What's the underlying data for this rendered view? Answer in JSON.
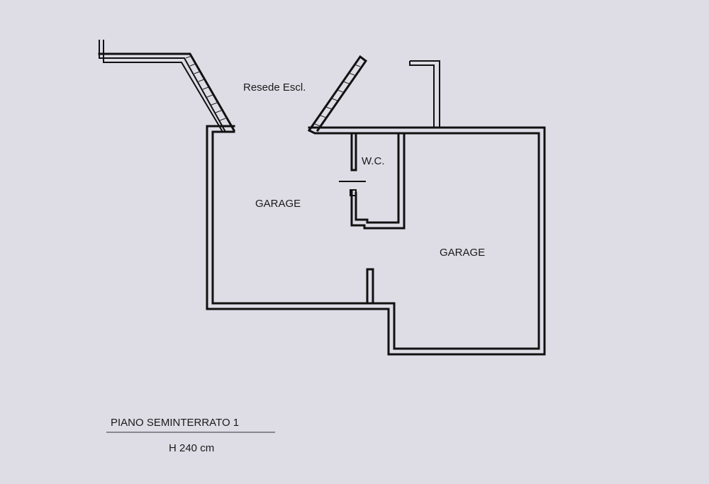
{
  "plan": {
    "labels": {
      "resede": "Resede Escl.",
      "wc": "W.C.",
      "garage_left": "GARAGE",
      "garage_right": "GARAGE"
    },
    "title": "PIANO SEMINTERRATO 1",
    "height_note": "H 240 cm"
  },
  "colors": {
    "background": "#dedde6",
    "lines": "#111111"
  }
}
